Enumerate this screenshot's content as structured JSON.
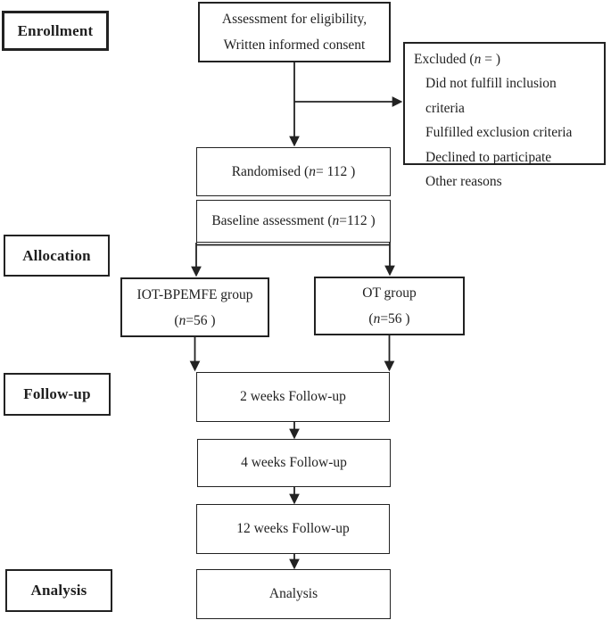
{
  "colors": {
    "ink": "#222222",
    "background": "#ffffff"
  },
  "stages": {
    "enrollment": "Enrollment",
    "allocation": "Allocation",
    "followup": "Follow-up",
    "analysis": "Analysis"
  },
  "flow": {
    "assessment": {
      "line1": "Assessment for eligibility,",
      "line2": "Written informed consent"
    },
    "excluded": {
      "prefix": "Excluded (",
      "n": "n",
      "suffix": " = )",
      "reasons": [
        "Did not fulfill inclusion criteria",
        "Fulfilled exclusion criteria",
        "Declined to participate",
        "Other reasons"
      ]
    },
    "randomised": {
      "prefix": "Randomised (",
      "n": "n",
      "suffix": "= 112 )"
    },
    "baseline": {
      "prefix": "Baseline assessment (",
      "n": "n",
      "suffix": "=112 )"
    },
    "group_left": {
      "name": "IOT-BPEMFE group",
      "prefix": "(",
      "n": "n",
      "suffix": "=56 )"
    },
    "group_right": {
      "name": "OT group",
      "prefix": "(",
      "n": "n",
      "suffix": "=56 )"
    },
    "followup_2w": "2 weeks Follow-up",
    "followup_4w": "4 weeks Follow-up",
    "followup_12w": "12 weeks Follow-up",
    "analysis": "Analysis"
  }
}
